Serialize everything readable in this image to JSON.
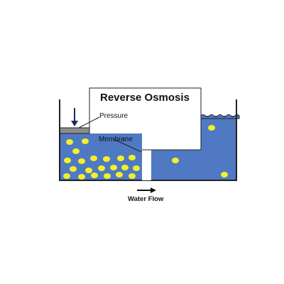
{
  "diagram": {
    "title": "Reverse Osmosis",
    "labels": {
      "pressure": "Pressure",
      "membrane": "Membrane",
      "water_flow": "Water Flow"
    },
    "colors": {
      "water": "#4f79c2",
      "particle": "#f2f02a",
      "membrane": "#2a2a2a",
      "piston": "#8c8c8c",
      "outline": "#222222",
      "arrow": "#1a2a5c"
    }
  }
}
